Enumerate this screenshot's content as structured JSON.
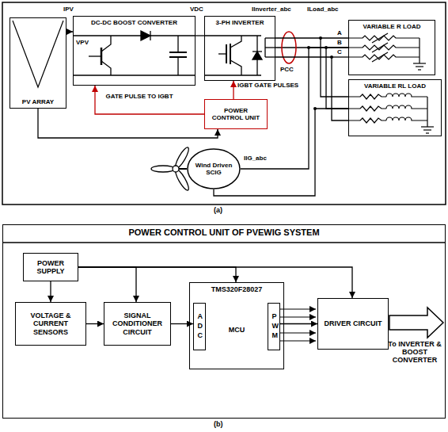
{
  "diagram": {
    "nodes": [
      {
        "text": [
          "PV ARRAY"
        ]
      },
      {
        "text": [
          "DC-DC BOOST CONVERTER"
        ]
      },
      {
        "text": [
          "3-PH INVERTER"
        ]
      },
      {
        "text": [
          "POWER CONTROL UNIT"
        ]
      },
      {
        "text": [
          "VARIABLE R LOAD"
        ]
      },
      {
        "text": [
          "VARIABLE RL LOAD"
        ]
      },
      {
        "text": [
          "Wind Driven SCIG"
        ]
      },
      {
        "text": [
          "POWER CONTROL UNIT OF PVEWIG SYSTEM"
        ]
      },
      {
        "text": [
          "POWER SUPPLY"
        ],
        "in": 7
      },
      {
        "text": [
          "VOLTAGE & CURRENT SENSORS"
        ],
        "in": 7
      },
      {
        "text": [
          "SIGNAL CONDITIONER CIRCUIT"
        ],
        "in": 7
      },
      {
        "text": [
          "TMS320F28027",
          "MCU"
        ],
        "in": 7
      },
      {
        "text": [
          "ADC"
        ],
        "in": 11
      },
      {
        "text": [
          "PWM"
        ],
        "in": 11
      },
      {
        "text": [
          "DRIVER CIRCUIT"
        ],
        "in": 7
      }
    ],
    "edges": [
      {
        "from": 0,
        "to": 1,
        "arrow": "to"
      },
      {
        "from": 1,
        "to": 2,
        "arrow": "none"
      },
      {
        "from": 3,
        "to": 1,
        "arrow": "to"
      },
      {
        "from": 3,
        "to": 2,
        "arrow": "to"
      },
      {
        "from": 2,
        "to": 4,
        "arrow": "none"
      },
      {
        "from": 2,
        "to": 5,
        "arrow": "none"
      },
      {
        "from": 6,
        "to": 4,
        "arrow": "none"
      },
      {
        "from": 6,
        "to": 5,
        "arrow": "none"
      },
      {
        "from": 0,
        "to": 3,
        "arrow": "to"
      },
      {
        "from": 8,
        "to": 9,
        "arrow": "to"
      },
      {
        "from": 8,
        "to": 10,
        "arrow": "to"
      },
      {
        "from": 8,
        "to": 11,
        "arrow": "to"
      },
      {
        "from": 8,
        "to": 14,
        "arrow": "to"
      },
      {
        "from": 9,
        "to": 10,
        "arrow": "to"
      },
      {
        "from": 10,
        "to": 12,
        "arrow": "to"
      },
      {
        "from": 13,
        "to": 14,
        "arrow": "to"
      }
    ],
    "labels": [
      "IPV",
      "VDC",
      "IInverter_abc",
      "ILoad_abc",
      "A",
      "B",
      "C",
      "VPV",
      "GATE PULSE TO IGBT",
      "IGBT GATE PULSES",
      "PCC",
      "IIG_abc",
      "(a)",
      "To INVERTER & BOOST CONVERTER",
      "(b)"
    ]
  }
}
